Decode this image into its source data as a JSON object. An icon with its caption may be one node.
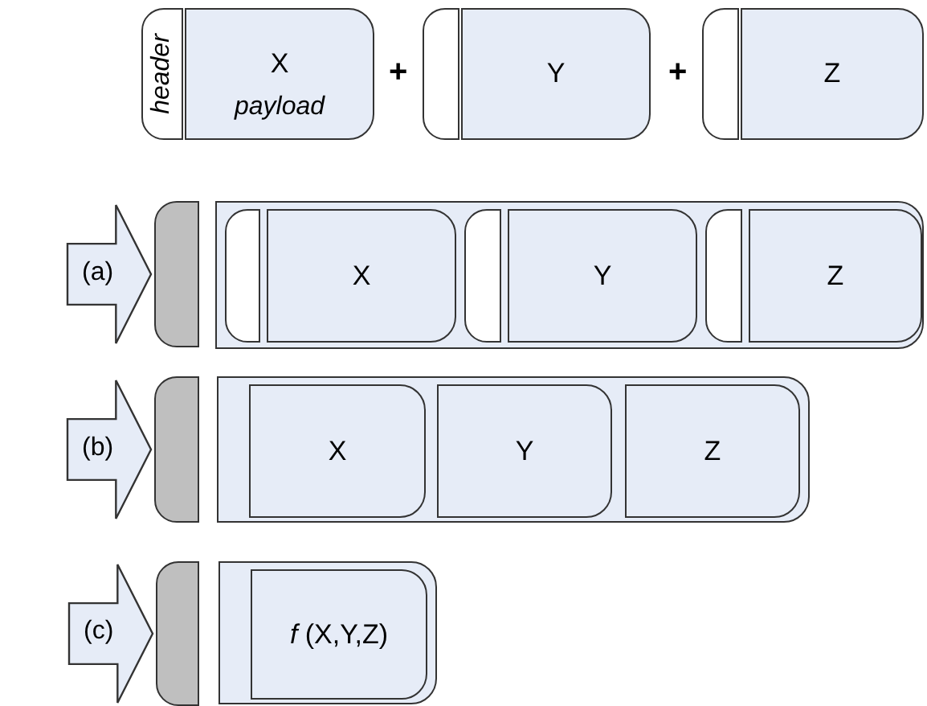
{
  "diagram": {
    "nodes": [
      {
        "text": [
          "header"
        ]
      },
      {
        "text": [
          "X",
          "payload"
        ]
      },
      {
        "text": [],
        "shape": "box"
      },
      {
        "text": [
          "Y"
        ]
      },
      {
        "text": [],
        "shape": "box"
      },
      {
        "text": [
          "Z"
        ]
      },
      {
        "text": [],
        "shape": "box"
      },
      {
        "text": [],
        "shape": "box"
      },
      {
        "text": [],
        "shape": "box",
        "in": 7
      },
      {
        "text": [
          "X"
        ],
        "in": 7
      },
      {
        "text": [],
        "shape": "box",
        "in": 7
      },
      {
        "text": [
          "Y"
        ],
        "in": 7
      },
      {
        "text": [],
        "shape": "box",
        "in": 7
      },
      {
        "text": [
          "Z"
        ],
        "in": 7
      },
      {
        "text": [],
        "shape": "box"
      },
      {
        "text": [],
        "shape": "box"
      },
      {
        "text": [
          "X"
        ],
        "in": 15
      },
      {
        "text": [
          "Y"
        ],
        "in": 15
      },
      {
        "text": [
          "Z"
        ],
        "in": 15
      },
      {
        "text": [],
        "shape": "box"
      },
      {
        "text": [],
        "shape": "box"
      },
      {
        "text": [
          "*f* (X,Y,Z)"
        ],
        "in": 20
      }
    ],
    "edges": [
      {
        "from": null,
        "to": 6,
        "arrow": "to",
        "label": "(a)"
      },
      {
        "from": null,
        "to": 14,
        "arrow": "to",
        "label": "(b)"
      },
      {
        "from": null,
        "to": 19,
        "arrow": "to",
        "label": "(c)"
      }
    ],
    "labels": [
      "+",
      "+"
    ]
  }
}
